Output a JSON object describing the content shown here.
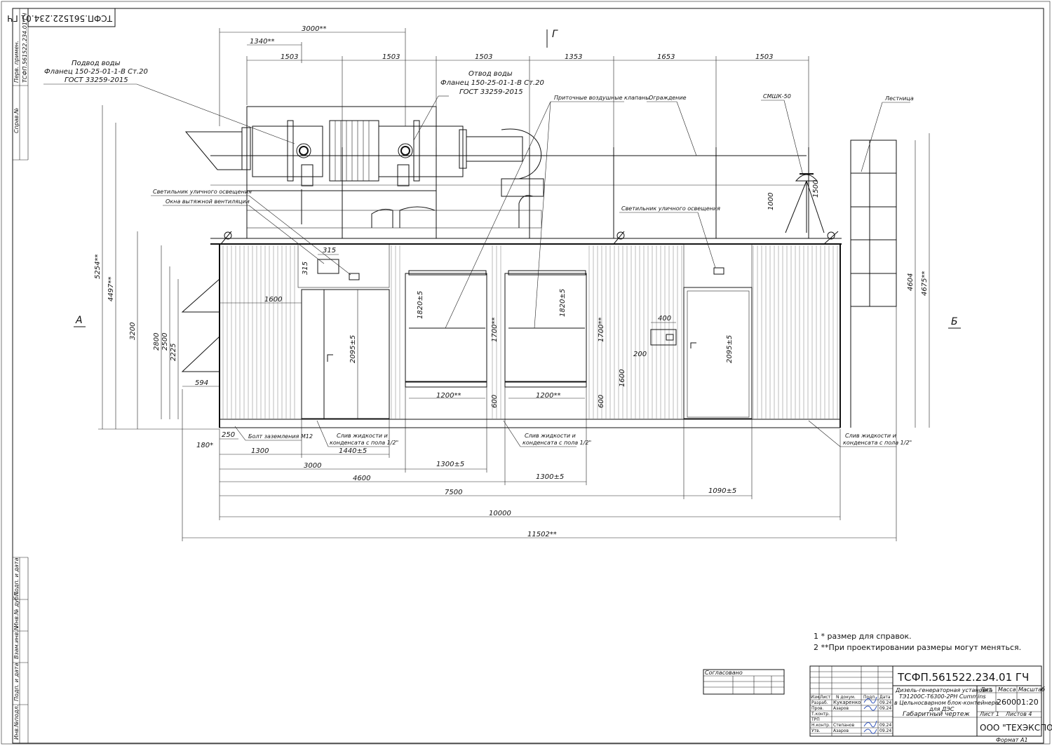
{
  "doc_code": "ТСФП.561522.234.01 ГЧ",
  "left_strip": {
    "perv_primen": "Перв. примен.",
    "sprav": "Справ.№",
    "podp_data": "Подп. и дата",
    "inv_dubl": "Инв.№ дубл.",
    "vzam_inv": "Взам.инв.N",
    "inv_podl": "Инв.№подл."
  },
  "views": {
    "a": "А",
    "b": "Б",
    "g": "Г"
  },
  "callouts": {
    "water_in": [
      "Подвод воды",
      "Фланец 150-25-01-1-В Ст.20",
      "ГОСТ 33259-2015"
    ],
    "water_out": [
      "Отвод воды",
      "Фланец 150-25-01-1-В Ст.20",
      "ГОСТ 33259-2015"
    ],
    "intake_valves": "Приточные воздушные клапаны",
    "fence": "Ограждение",
    "crane": "СМШК-50",
    "ladder": "Лестница",
    "street_light_1": "Светильник уличного освещения",
    "exhaust_window": "Окна вытяжной вентиляции",
    "street_light_2": "Светильник уличного освещения",
    "ground_bolt": "Болт заземления М12",
    "drain_1": [
      "Слив жидкости и",
      "конденсата с пола 1/2\""
    ],
    "drain_2": [
      "Слив жидкости и",
      "конденсата с пола 1/2\""
    ],
    "drain_3": [
      "Слив жидкости и",
      "конденсата с пола 1/2\""
    ]
  },
  "dims": {
    "d3000top": "3000**",
    "d1340": "1340**",
    "top_row": [
      "1503",
      "1503",
      "1503",
      "1353",
      "1653",
      "1503"
    ],
    "d315w": "315",
    "d315h": "315",
    "d1600": "1600",
    "d594": "594",
    "d2095a": "2095±5",
    "d2095b": "2095±5",
    "d1820a": "1820±5",
    "d1820b": "1820±5",
    "d1700a": "1700**",
    "d1700b": "1700**",
    "d1200a": "1200**",
    "d1200b": "1200**",
    "d600a": "600",
    "d600b": "600",
    "d1600r": "1600",
    "d400": "400",
    "d200": "200",
    "d1000": "1000",
    "d1500": "1500",
    "d5254": "5254**",
    "d4497": "4497**",
    "d3200": "3200",
    "d2800": "2800",
    "d2500": "2500",
    "d2225": "2225",
    "d4604": "4604",
    "d4675": "4675**",
    "d180": "180*",
    "d250": "250",
    "d1300": "1300",
    "d1440": "1440±5",
    "d3000": "3000",
    "d1300b": "1300±5",
    "d4600": "4600",
    "d1300c": "1300±5",
    "d7500": "7500",
    "d1090": "1090±5",
    "d10000": "10000",
    "d11502": "11502**"
  },
  "notes": [
    "1 * размер для справок.",
    "2 **При проектировании размеры могут меняться."
  ],
  "approval": "Согласовано",
  "title_block": {
    "code": "ТСФП.561522.234.01 ГЧ",
    "name": [
      "Дизель-генераторная установка",
      "ТЭ1200С-Т6300-2РН Cummins",
      "в Цельносварном блок-контейнере",
      "для ДЭС"
    ],
    "subtitle": "Габаритный чертеж",
    "hdr": [
      "Изм.",
      "Лист",
      "N докум.",
      "Подп.",
      "Дата"
    ],
    "roles": [
      "Разраб.",
      "Пров.",
      "Т.контр.",
      "ТРП",
      "Н.контр.",
      "Утв."
    ],
    "people": [
      "Кукаренко",
      "Азаров",
      "",
      "",
      "Степанов",
      "Азаров"
    ],
    "dates": [
      "09.24",
      "09.24",
      "",
      "",
      "09.24",
      "09.24"
    ],
    "lit": "Лит.",
    "mass_h": "Масса",
    "scale_h": "Масштаб",
    "mass": "26000",
    "scale": "1:20",
    "sheet": "Лист 1",
    "sheets": "Листов 4",
    "company": "ООО \"ТЕХЭКСПО\"",
    "format": "Формат А1"
  }
}
